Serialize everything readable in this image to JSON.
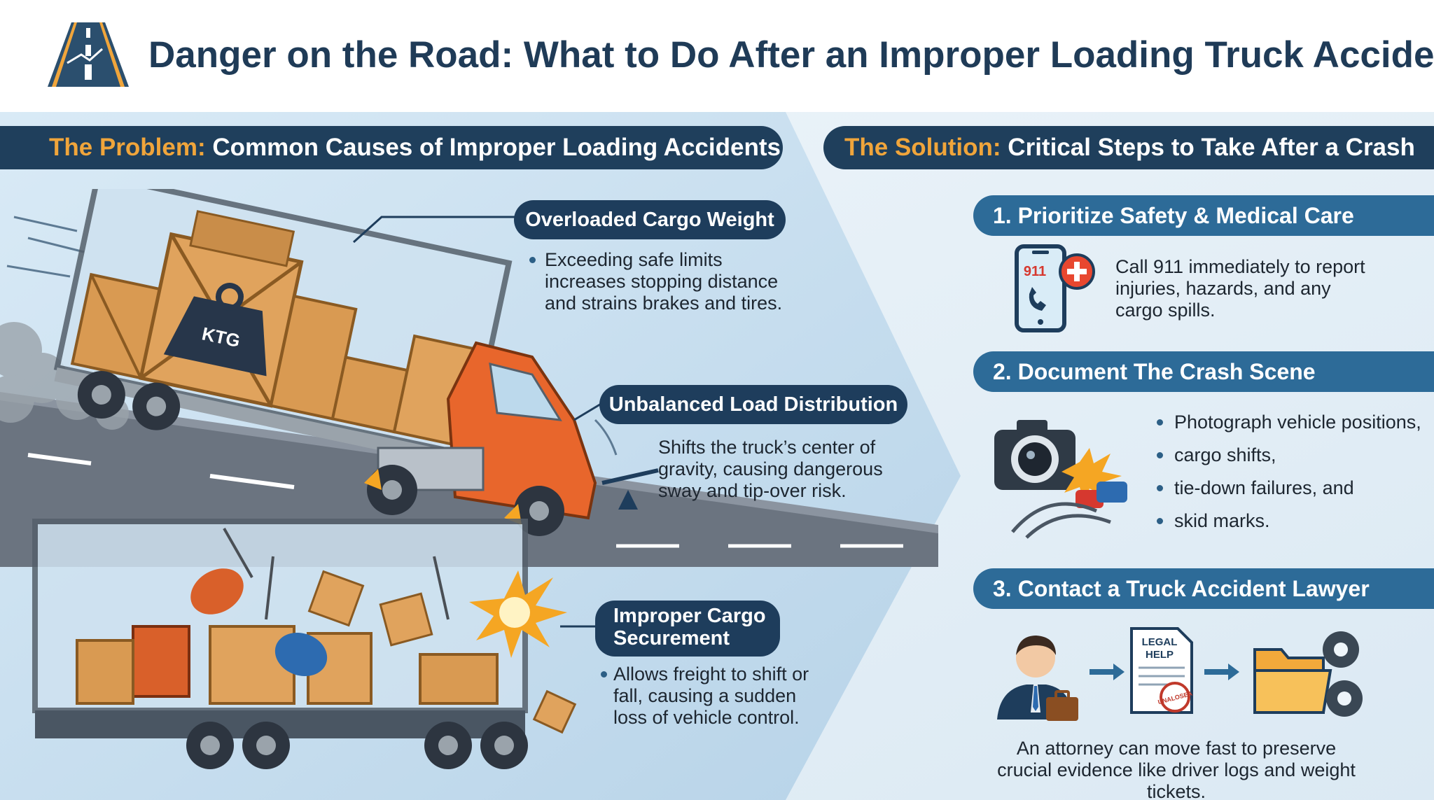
{
  "header": {
    "title": "Danger on the Road: What to Do After an Improper Loading Truck Accident"
  },
  "problem": {
    "banner_accent": "The Problem:",
    "banner_text": " Common Causes of Improper Loading Accidents",
    "items": [
      {
        "title": "Overloaded Cargo Weight",
        "text": "Exceeding safe limits increases stopping distance and strains brakes and tires."
      },
      {
        "title": "Unbalanced Load Distribution",
        "text": "Shifts the truck’s center of gravity, causing dangerous sway and tip-over risk."
      },
      {
        "title_line1": "Improper Cargo",
        "title_line2": "Securement",
        "text": "Allows freight to shift or fall, causing a sudden loss of vehicle control."
      }
    ],
    "weight_label": "KTG"
  },
  "solution": {
    "banner_accent": "The Solution:",
    "banner_text": " Critical Steps to Take After a Crash",
    "steps": [
      {
        "title": "1. Prioritize Safety & Medical Care",
        "text": "Call 911 immediately to report injuries, hazards, and any cargo spills.",
        "icon": "phone-911-icon",
        "phone_label": "911"
      },
      {
        "title": "2. Document The Crash Scene",
        "bullets": [
          "Photograph vehicle positions,",
          "cargo shifts,",
          "tie-down failures, and",
          "skid marks."
        ],
        "icon": "camera-icon"
      },
      {
        "title": "3. Contact a Truck Accident Lawyer",
        "text": "An attorney can move fast to preserve crucial evidence like driver logs and weight tickets.",
        "doc_label_1": "LEGAL",
        "doc_label_2": "HELP",
        "stamp_label": "UNALOSEA"
      }
    ]
  },
  "colors": {
    "navy": "#1e3d5c",
    "accent_orange": "#f0a53b",
    "step_blue": "#2d6b98",
    "truck_orange": "#e8662c"
  }
}
